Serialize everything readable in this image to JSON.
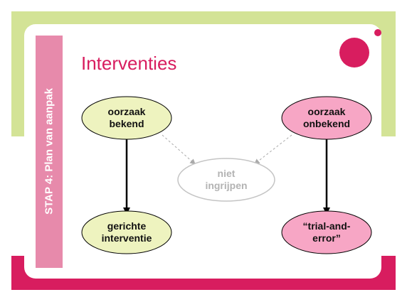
{
  "side_label": "STAP 4:  Plan van aanpak",
  "title": "Interventies",
  "nodes": {
    "cause_known": {
      "line1": "oorzaak",
      "line2": "bekend"
    },
    "cause_unknown": {
      "line1": "oorzaak",
      "line2": "onbekend"
    },
    "no_intervention": {
      "line1": "niet",
      "line2": "ingrijpen"
    },
    "targeted_intervention": {
      "line1": "gerichte",
      "line2": "interventie"
    },
    "trial_and_error": {
      "line1": "“trial-and-",
      "line2": "error”"
    }
  },
  "colors": {
    "accent": "#d81d5f",
    "accent_light": "#e78aab",
    "green_band": "#d3e396",
    "green_node": "#eef3bf",
    "pink_node": "#f7a6c5"
  }
}
